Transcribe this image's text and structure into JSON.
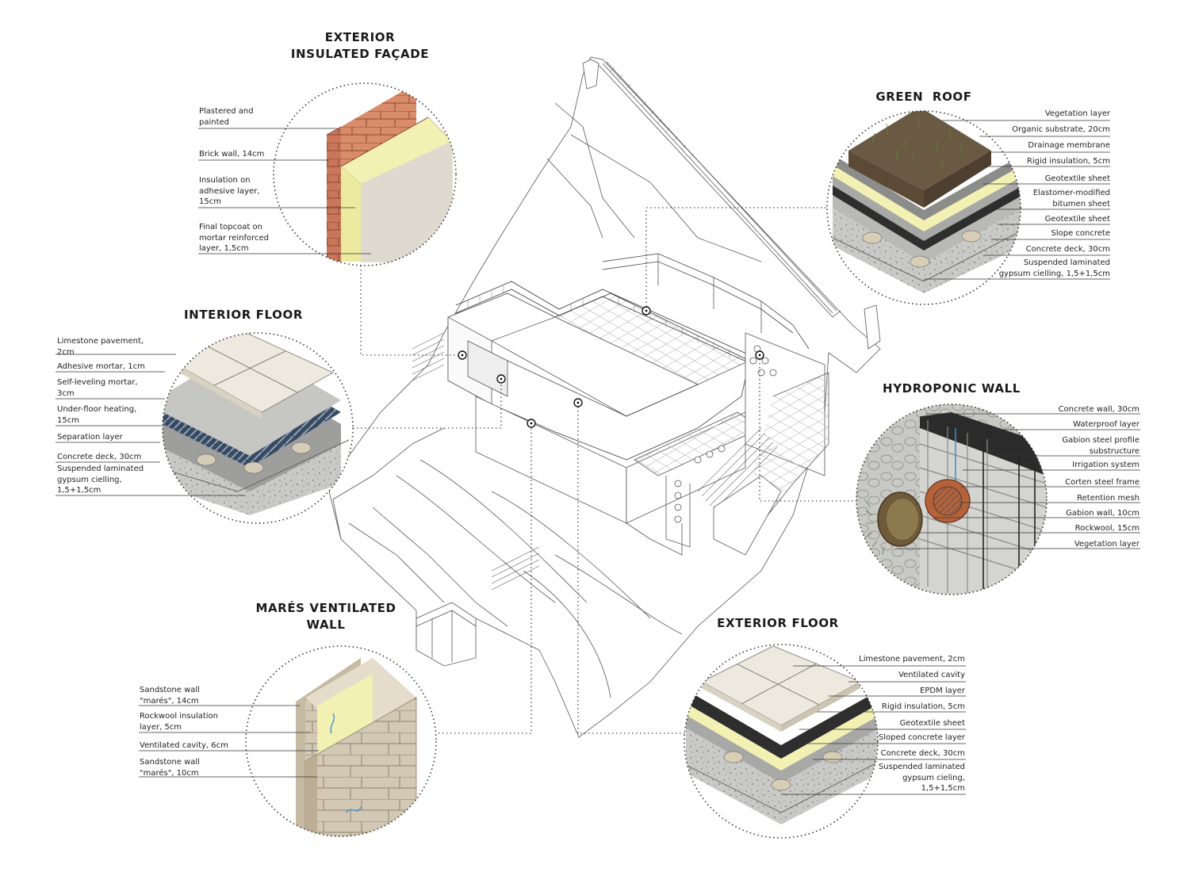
{
  "sections": {
    "facade": {
      "title_1": "EXTERIOR",
      "title_2": "INSULATED FAÇADE",
      "labels": [
        "Plastered and\npainted",
        "Brick wall, 14cm",
        "Insulation on\nadhesive layer,\n15cm",
        "Final topcoat on\nmortar reinforced\nlayer, 1,5cm"
      ]
    },
    "interior_floor": {
      "title": "INTERIOR FLOOR",
      "labels": [
        "Limestone pavement,\n2cm",
        "Adhesive mortar, 1cm",
        "Self-leveling mortar,\n3cm",
        "Under-floor heating,\n15cm",
        "Separation layer",
        "Concrete deck, 30cm",
        "Suspended laminated\ngypsum cielling,\n1,5+1,5cm"
      ]
    },
    "mares_wall": {
      "title_1": "MARÉS VENTILATED",
      "title_2": "WALL",
      "labels": [
        "Sandstone wall\n\"marés\", 14cm",
        "Rockwool insulation\nlayer, 5cm",
        "Ventilated cavity, 6cm",
        "Sandstone wall\n\"marés\", 10cm"
      ]
    },
    "green_roof": {
      "title": "GREEN  ROOF",
      "labels": [
        "Vegetation layer",
        "Organic substrate, 20cm",
        "Drainage membrane",
        "Rigid insulation, 5cm",
        "Geotextile sheet",
        "Elastomer-modified\nbitumen sheet",
        "Geotextile sheet",
        "Slope concrete",
        "Concrete deck, 30cm",
        "Suspended laminated\ngypsum cielling, 1,5+1,5cm"
      ]
    },
    "hydroponic_wall": {
      "title": "HYDROPONIC WALL",
      "labels": [
        "Concrete wall, 30cm",
        "Waterproof layer",
        "Gabion steel profile\nsubstructure",
        "Irrigation system",
        "Corten steel frame",
        "Retention mesh",
        "Gabion wall, 10cm",
        "Rockwool, 15cm",
        "Vegetation layer"
      ]
    },
    "exterior_floor": {
      "title": "EXTERIOR FLOOR",
      "labels": [
        "Limestone pavement, 2cm",
        "Ventilated cavity",
        "EPDM layer",
        "Rigid insulation, 5cm",
        "Geotextile sheet",
        "Sloped concrete layer",
        "Concrete deck, 30cm",
        "Suspended laminated\ngypsum cieling,\n1,5+1,5cm"
      ]
    }
  },
  "colors": {
    "ink": "#1a1a1a",
    "brick": "#d98c6a",
    "insulation": "#f2f0b3",
    "plaster": "#dedad0",
    "limestone": "#ede9de",
    "concrete": "#c9c9c7",
    "soil": "#6b5a43",
    "membrane": "#2e2e2e",
    "sandstone": "#d3c8b4",
    "corten": "#b5623a"
  }
}
